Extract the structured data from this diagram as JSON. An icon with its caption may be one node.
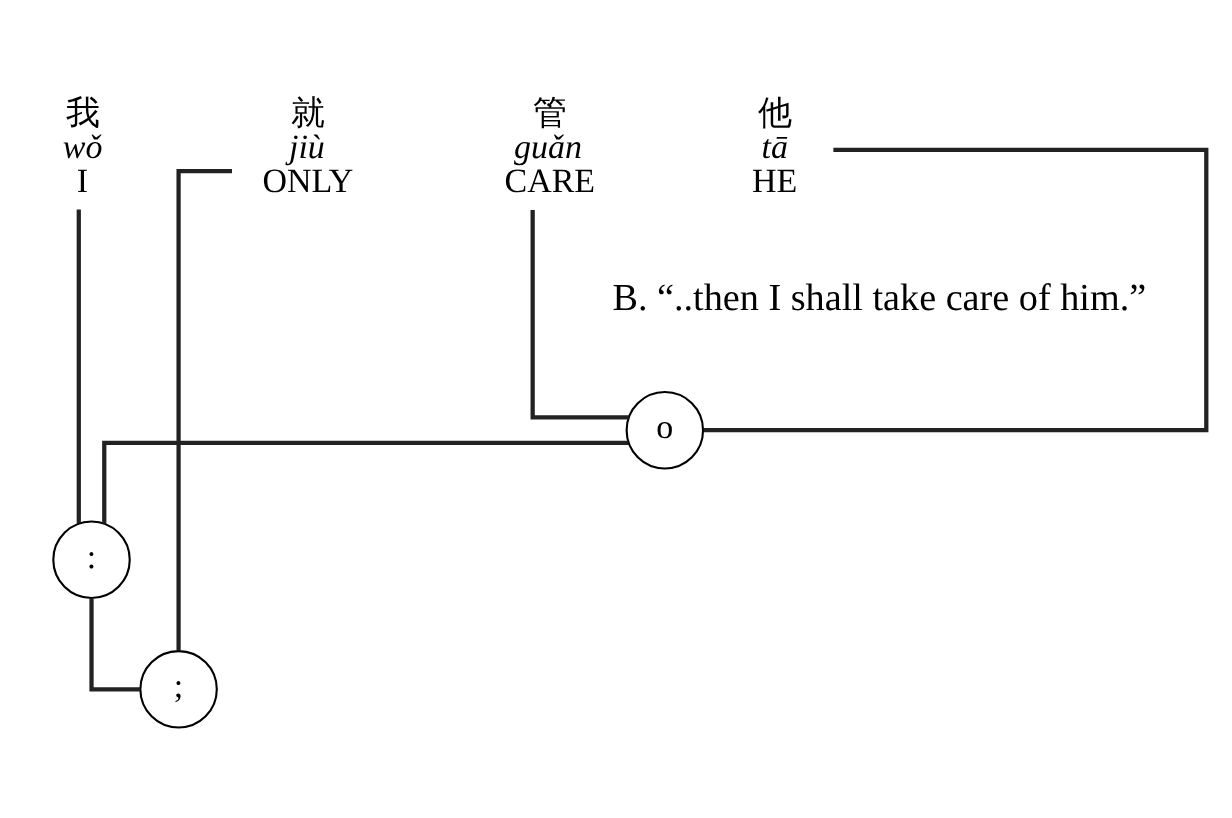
{
  "diagram": {
    "nodes": [
      {
        "text": [
          "我",
          "wǒ",
          "I"
        ]
      },
      {
        "text": [
          "就",
          "jiù",
          "ONLY"
        ]
      },
      {
        "text": [
          "管",
          "guǎn",
          "CARE"
        ]
      },
      {
        "text": [
          "他",
          "tā",
          "HE"
        ]
      },
      {
        "text": [
          "o"
        ]
      },
      {
        "text": [
          ":"
        ]
      },
      {
        "text": [
          ";"
        ]
      }
    ],
    "edges": [
      {
        "from": 2,
        "to": 4,
        "arrow": "none"
      },
      {
        "from": 3,
        "to": 4,
        "arrow": "none"
      },
      {
        "from": 4,
        "to": 5,
        "arrow": "none"
      },
      {
        "from": 0,
        "to": 5,
        "arrow": "none"
      },
      {
        "from": 5,
        "to": 6,
        "arrow": "none"
      },
      {
        "from": 1,
        "to": 6,
        "arrow": "none"
      }
    ],
    "labels": [
      "B. “..then I shall take care of him.”"
    ]
  }
}
